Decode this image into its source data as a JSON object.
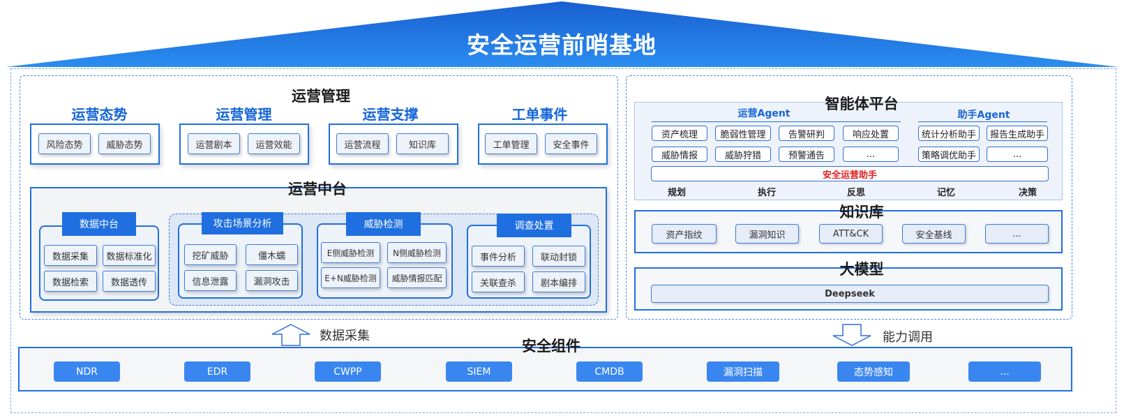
{
  "title": "安全运营前哨基地",
  "colors": {
    "brand_blue": "#1f6fe0",
    "roof_top": "#1a5fd1",
    "roof_bottom": "#2a8df0",
    "red_text": "#e02020"
  },
  "ops_management": {
    "title": "运营管理",
    "groups": [
      {
        "title": "运营态势",
        "items": [
          "风险态势",
          "威胁态势"
        ]
      },
      {
        "title": "运营管理",
        "items": [
          "运营剧本",
          "运营效能"
        ]
      },
      {
        "title": "运营支撑",
        "items": [
          "运营流程",
          "知识库"
        ]
      },
      {
        "title": "工单事件",
        "items": [
          "工单管理",
          "安全事件"
        ]
      }
    ]
  },
  "ops_center": {
    "title": "运营中台",
    "data_platform": {
      "title": "数据中台",
      "items": [
        "数据采集",
        "数据标准化",
        "数据检索",
        "数据透传"
      ]
    },
    "attack_scenario": {
      "title": "攻击场景分析",
      "items": [
        "挖矿威胁",
        "僵木蠕",
        "信息泄露",
        "漏洞攻击"
      ]
    },
    "threat_detection": {
      "title": "威胁检测",
      "items": [
        "E侧威胁检测",
        "N侧威胁检测",
        "E+N威胁检测",
        "威胁情报匹配"
      ]
    },
    "investigation": {
      "title": "调查处置",
      "items": [
        "事件分析",
        "联动封锁",
        "关联查杀",
        "剧本编排"
      ]
    }
  },
  "agent_platform": {
    "title": "智能体平台",
    "ops_agent": {
      "title": "运营Agent",
      "items": [
        "资产梳理",
        "脆弱性管理",
        "告警研判",
        "响应处置",
        "威胁情报",
        "威胁狩猎",
        "预警通告",
        "..."
      ]
    },
    "assistant_agent": {
      "title": "助手Agent",
      "items": [
        "统计分析助手",
        "报告生成助手",
        "策略调优助手",
        "..."
      ]
    },
    "security_assistant": "安全运营助手",
    "steps": [
      "规划",
      "执行",
      "反思",
      "记忆",
      "决策"
    ]
  },
  "knowledge_base": {
    "title": "知识库",
    "items": [
      "资产指纹",
      "漏洞知识",
      "ATT&CK",
      "安全基线",
      "..."
    ]
  },
  "big_model": {
    "title": "大模型",
    "item": "Deepseek"
  },
  "arrows": {
    "left": "数据采集",
    "right": "能力调用"
  },
  "components": {
    "title": "安全组件",
    "items": [
      "NDR",
      "EDR",
      "CWPP",
      "SIEM",
      "CMDB",
      "漏洞扫描",
      "态势感知",
      "..."
    ]
  }
}
